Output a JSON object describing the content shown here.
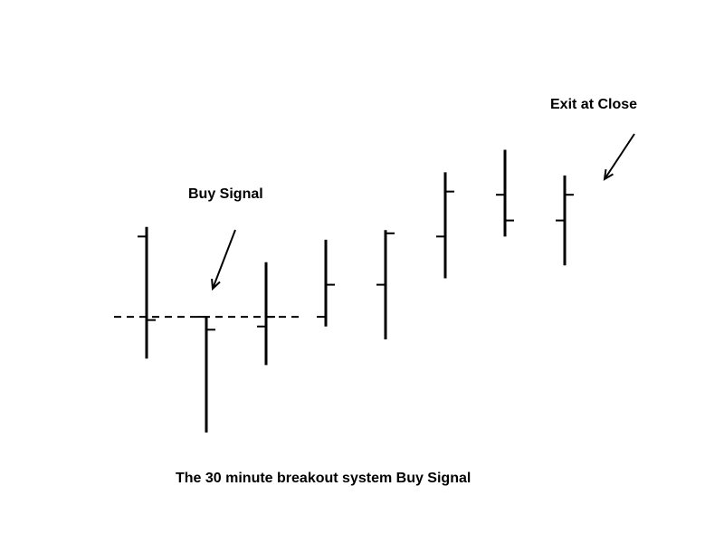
{
  "chart_data": {
    "type": "ohlc",
    "title": "",
    "xlabel": "",
    "ylabel": "",
    "axes_shown": false,
    "grid": false,
    "caption": "The 30 minute breakout system Buy Signal",
    "ylim": [
      0,
      100
    ],
    "bars": [
      {
        "high": 66,
        "low": 25,
        "open": 63,
        "close": 37
      },
      {
        "high": 38,
        "low": 2,
        "open": 38,
        "close": 34
      },
      {
        "high": 55,
        "low": 23,
        "open": 35,
        "close": 38
      },
      {
        "high": 62,
        "low": 35,
        "open": 38,
        "close": 48
      },
      {
        "high": 65,
        "low": 31,
        "open": 48,
        "close": 64
      },
      {
        "high": 83,
        "low": 50,
        "open": 63,
        "close": 77
      },
      {
        "high": 90,
        "low": 63,
        "open": 76,
        "close": 68
      },
      {
        "high": 82,
        "low": 54,
        "open": 68,
        "close": 76
      }
    ],
    "reference_line": {
      "value": 38,
      "style": "dashed"
    },
    "annotations": [
      {
        "text": "Buy Signal",
        "bar_index": 1
      },
      {
        "text": "Exit at Close",
        "bar_index": 7
      }
    ]
  }
}
